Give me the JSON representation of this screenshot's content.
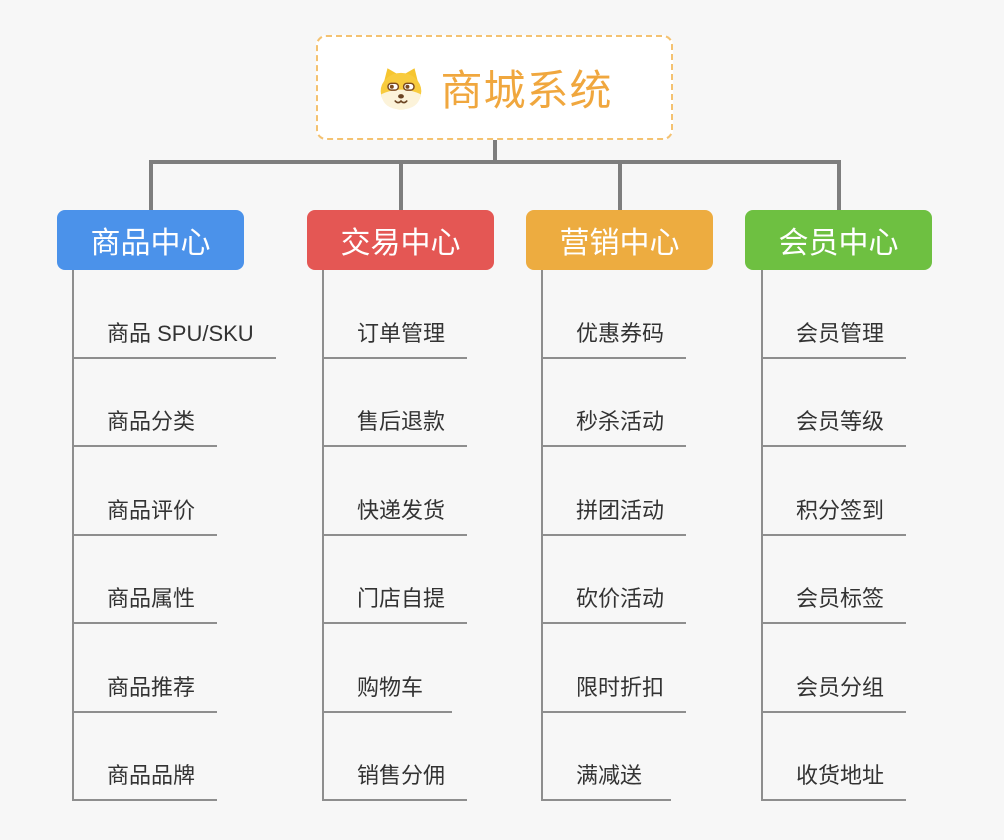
{
  "root": {
    "title": "商城系统",
    "icon": "shiba-dog",
    "title_color": "#F0A73E",
    "border_color": "#F4C271"
  },
  "connector_color": "#7E7E7E",
  "line_color": "#8E8E8E",
  "background_color": "#F7F7F7",
  "branches": [
    {
      "label": "商品中心",
      "color": "#4B92EA",
      "items": [
        "商品 SPU/SKU",
        "商品分类",
        "商品评价",
        "商品属性",
        "商品推荐",
        "商品品牌"
      ]
    },
    {
      "label": "交易中心",
      "color": "#E45754",
      "items": [
        "订单管理",
        "售后退款",
        "快递发货",
        "门店自提",
        "购物车",
        "销售分佣"
      ]
    },
    {
      "label": "营销中心",
      "color": "#EDAC40",
      "items": [
        "优惠券码",
        "秒杀活动",
        "拼团活动",
        "砍价活动",
        "限时折扣",
        "满减送"
      ]
    },
    {
      "label": "会员中心",
      "color": "#6EC041",
      "items": [
        "会员管理",
        "会员等级",
        "积分签到",
        "会员标签",
        "会员分组",
        "收货地址"
      ]
    }
  ]
}
